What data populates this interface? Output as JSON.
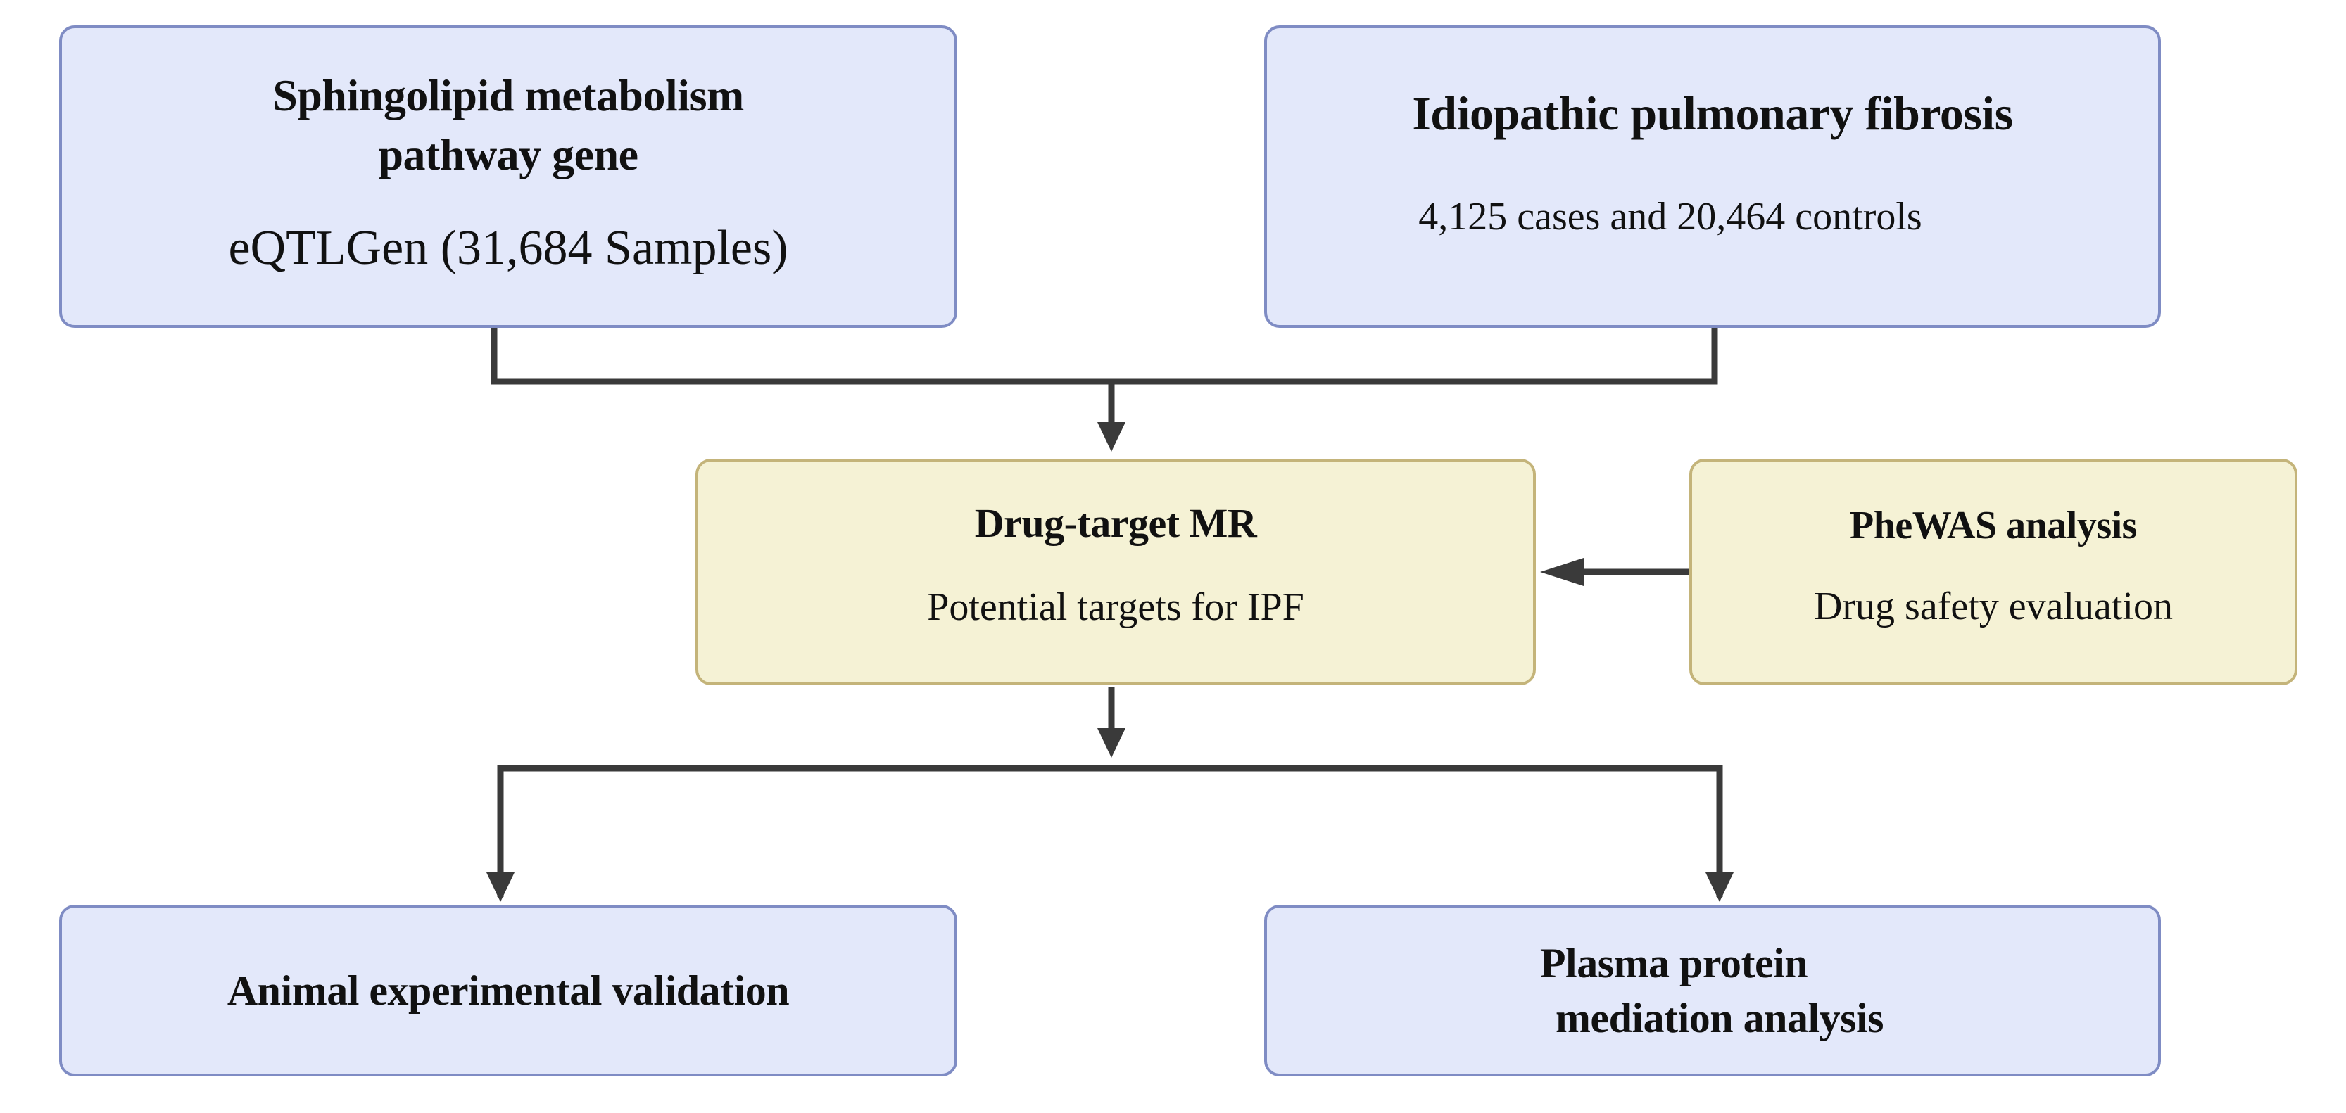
{
  "boxes": {
    "sphingolipid": {
      "title_line1": "Sphingolipid metabolism",
      "title_line2": "pathway gene",
      "subtitle": "eQTLGen (31,684 Samples)"
    },
    "ipf": {
      "title": "Idiopathic pulmonary fibrosis",
      "subtitle": "4,125 cases and 20,464 controls"
    },
    "drug_target": {
      "title": "Drug-target MR",
      "subtitle": "Potential targets for IPF"
    },
    "phewas": {
      "title": "PheWAS analysis",
      "subtitle": "Drug safety evaluation"
    },
    "animal": {
      "title": "Animal experimental validation"
    },
    "plasma": {
      "title_line1": "Plasma protein",
      "title_line2": "mediation analysis"
    }
  },
  "colors": {
    "blue_fill": "#e3e8fa",
    "blue_border": "#7f8cc4",
    "yellow_fill": "#f5f2d5",
    "yellow_border": "#c4b47a",
    "connector": "#3a3a3a"
  }
}
